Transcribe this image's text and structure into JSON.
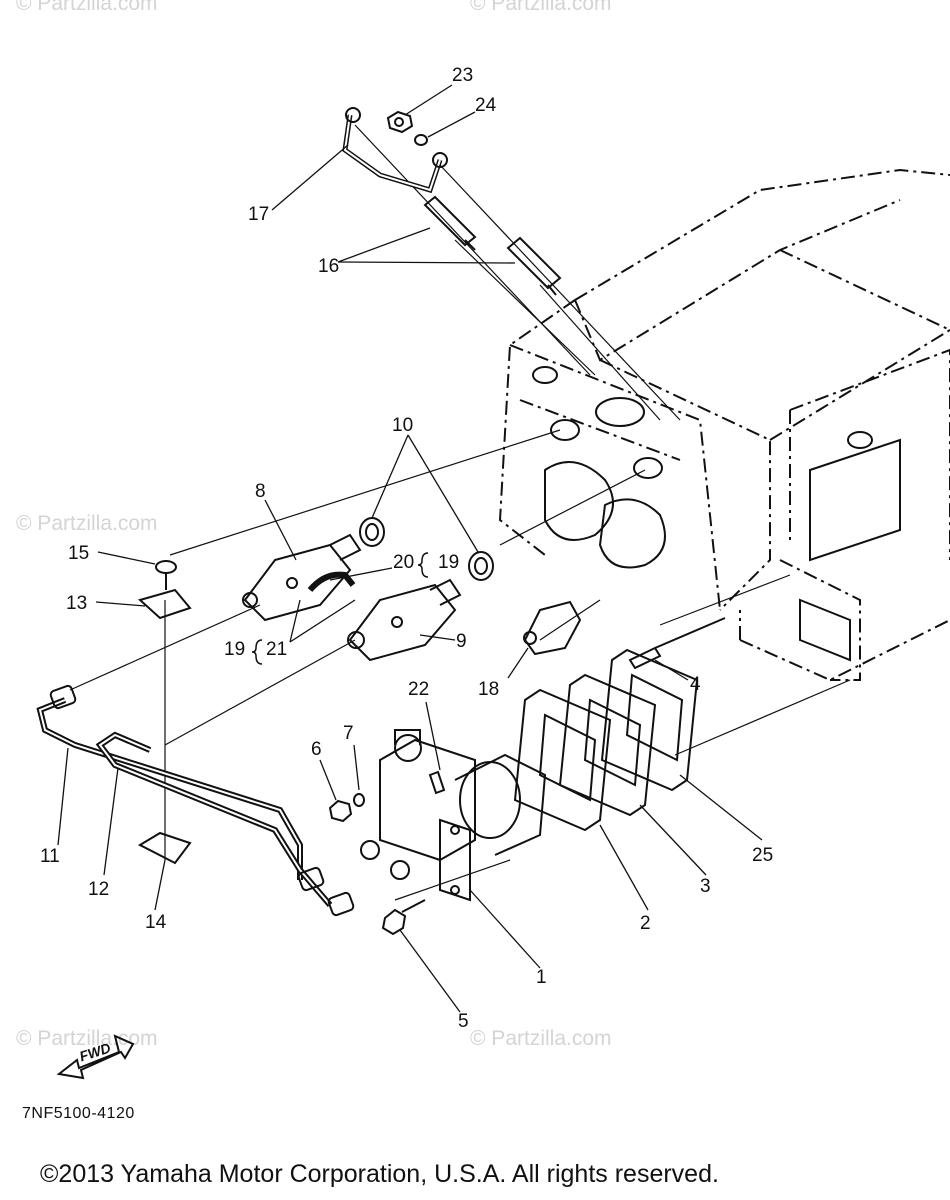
{
  "watermark": "© Partzilla.com",
  "diagram_code": "7NF5100-4120",
  "copyright": "©2013 Yamaha Motor Corporation, U.S.A. All rights reserved.",
  "fwd_label": "FWD",
  "callouts": {
    "c1": "1",
    "c2": "2",
    "c3": "3",
    "c4": "4",
    "c5": "5",
    "c6": "6",
    "c7": "7",
    "c8": "8",
    "c9": "9",
    "c10": "10",
    "c11": "11",
    "c12": "12",
    "c13": "13",
    "c14": "14",
    "c15": "15",
    "c16": "16",
    "c17": "17",
    "c18": "18",
    "c19a": "19",
    "c19b": "19",
    "c20": "20",
    "c21": "21",
    "c22": "22",
    "c23": "23",
    "c24": "24",
    "c25": "25"
  }
}
